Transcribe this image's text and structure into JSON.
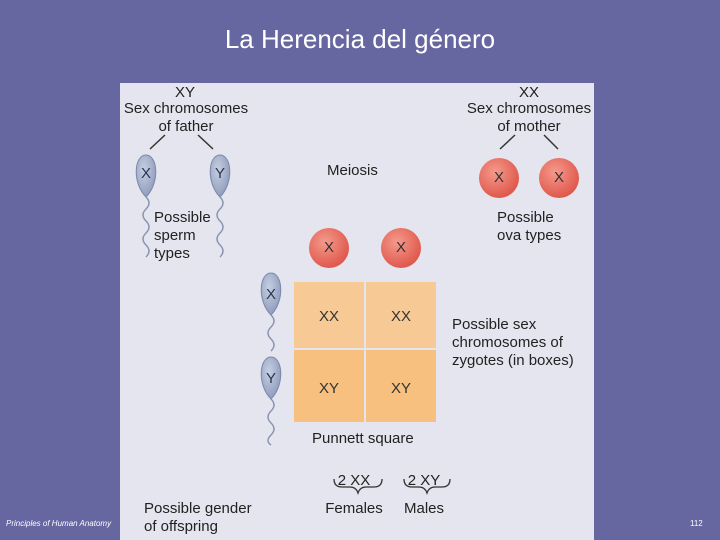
{
  "slide": {
    "title": "La Herencia del género",
    "footer_left": "Principles of Human Anatomy",
    "page_number": "112"
  },
  "diagram": {
    "father_genotype": "XY",
    "father_label": "Sex chromosomes\nof father",
    "mother_genotype": "XX",
    "mother_label": "Sex chromosomes\nof mother",
    "meiosis_label": "Meiosis",
    "sperm_label": "Possible\nsperm\ntypes",
    "ova_label": "Possible\nova types",
    "sperm": [
      "X",
      "Y"
    ],
    "ova": [
      "X",
      "X"
    ],
    "punnett_cells": [
      "XX",
      "XX",
      "XY",
      "XY"
    ],
    "punnett_label": "Punnett square",
    "zygote_label": "Possible sex\nchromosomes of\nzygotes (in boxes)",
    "gender_label": "Possible gender\nof offspring",
    "females_count": "2 XX",
    "females_label": "Females",
    "males_count": "2 XY",
    "males_label": "Males"
  },
  "colors": {
    "background": "#6666a0",
    "figure_bg": "#e4e5ee",
    "ovum": "#e8655a",
    "sperm": "#9aa6c4",
    "punnett": "#f7c07f"
  }
}
